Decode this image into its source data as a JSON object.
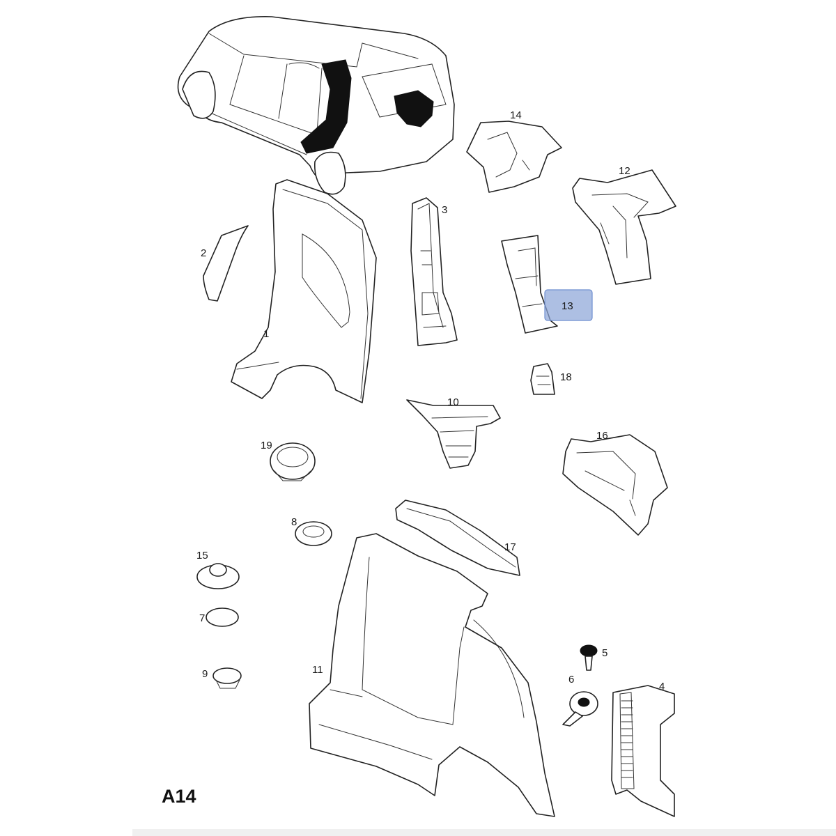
{
  "diagram": {
    "code": "A14",
    "highlighted_part": "13",
    "labels": [
      "1",
      "2",
      "3",
      "4",
      "5",
      "6",
      "7",
      "8",
      "9",
      "10",
      "11",
      "12",
      "13",
      "14",
      "15",
      "16",
      "17",
      "18",
      "19"
    ]
  }
}
